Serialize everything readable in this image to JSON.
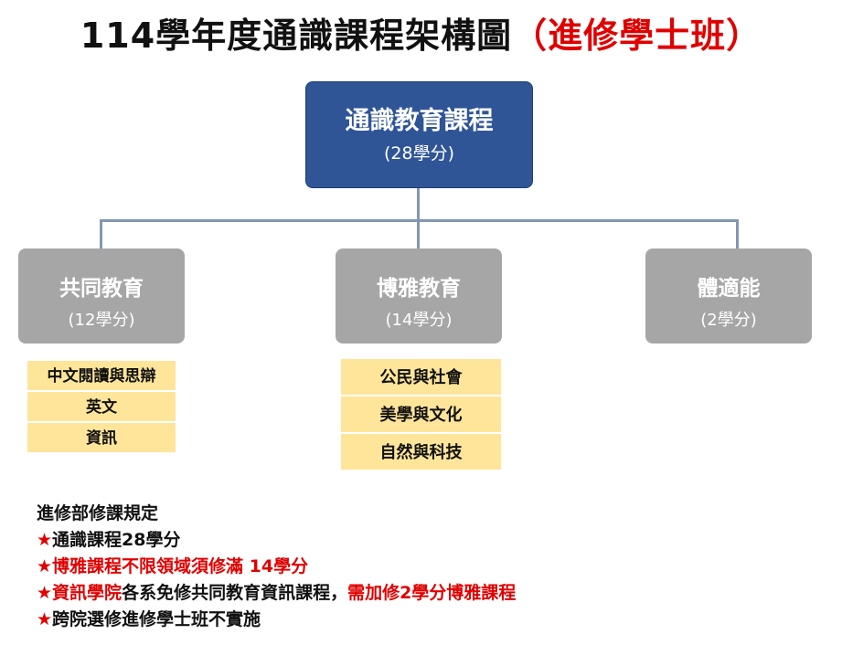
{
  "title": {
    "main": "114學年度通識課程架構圖",
    "highlight": "（進修學士班）"
  },
  "root": {
    "name": "通識教育課程",
    "credits": "(28學分)"
  },
  "categories": [
    {
      "name": "共同教育",
      "credits": "(12學分)",
      "subjects": [
        "中文閱讀與思辯",
        "英文",
        "資訊"
      ]
    },
    {
      "name": "博雅教育",
      "credits": "(14學分)",
      "subjects": [
        "公民與社會",
        "美學與文化",
        "自然與科技"
      ]
    },
    {
      "name": "體適能",
      "credits": "(2學分)",
      "subjects": []
    }
  ],
  "rules": {
    "heading": "進修部修課規定",
    "star": "★",
    "r1": "通識課程28學分",
    "r2": "博雅課程不限領域須修滿 14學分",
    "r3_red1": "資訊學院",
    "r3_mid": "各系免修共同教育資訊課程，",
    "r3_red2": "需加修2學分博雅課程",
    "r4": "跨院選修進修學士班不實施"
  },
  "colors": {
    "root": "#2f5597",
    "category": "#a6a6a6",
    "subject": "#ffe599",
    "connector": "#8497b0",
    "highlight": "#e00000"
  }
}
